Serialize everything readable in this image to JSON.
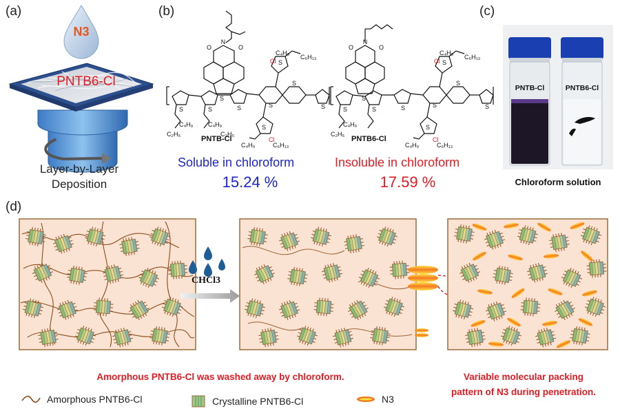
{
  "panels": {
    "a": {
      "label": "(a)",
      "drop_label": "N3",
      "substrate_label": "PNTB6-Cl",
      "caption_line1": "Layer-by-Layer",
      "caption_line2": "Deposition"
    },
    "b": {
      "label": "(b)",
      "molecule1_name": "PNTB-Cl",
      "molecule2_name": "PNTB6-Cl",
      "solubility1": "Soluble in chloroform",
      "solubility2": "Insoluble in chloroform",
      "efficiency1": "15.24 %",
      "efficiency2": "17.59 %"
    },
    "c": {
      "label": "(c)",
      "vial1_label": "PNTB-Cl",
      "vial2_label": "PNTB6-Cl",
      "caption": "Chloroform solution"
    },
    "d": {
      "label": "(d)",
      "solvent_label": "CHCl3",
      "message1": "Amorphous PNTB6-Cl was washed away by chloroform.",
      "message2_line1": "Variable molecular packing",
      "message2_line2": "pattern of N3 during penetration.",
      "legend": {
        "amorphous": "Amorphous PNTB6-Cl",
        "crystalline": "Crystalline PNTB6-Cl",
        "n3": "N3"
      }
    }
  },
  "colors": {
    "blue_text": "#1d24c8",
    "red_text": "#e31b23",
    "box_fill": "#fbe3d3",
    "box_border": "#9c6a3c",
    "chain_color": "#8a4b18",
    "n3_orange": "#f47a1f",
    "n3_yellow": "#ffe04a"
  }
}
